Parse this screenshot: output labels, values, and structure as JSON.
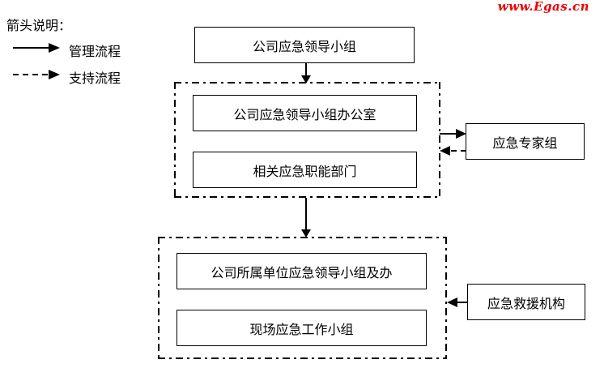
{
  "watermark": {
    "text": "www.Egas.cn",
    "color": "#ee0000"
  },
  "legend": {
    "title": "箭头说明：",
    "items": [
      {
        "label": "管理流程",
        "style": "solid",
        "icon": "solid-arrow-icon"
      },
      {
        "label": "支持流程",
        "style": "dashed",
        "icon": "dashed-arrow-icon"
      }
    ]
  },
  "diagram": {
    "top_box": {
      "label": "公司应急领导小组"
    },
    "company_group": {
      "boxes": [
        {
          "label": "公司应急领导小组办公室"
        },
        {
          "label": "相关应急职能部门"
        }
      ]
    },
    "unit_group": {
      "boxes": [
        {
          "label": "公司所属单位应急领导小组及办"
        },
        {
          "label": "现场应急工作小组"
        }
      ]
    },
    "expert_box": {
      "label": "应急专家组"
    },
    "rescue_box": {
      "label": "应急救援机构"
    },
    "connectors": [
      {
        "name": "top-to-company",
        "style": "solid",
        "direction": "down"
      },
      {
        "name": "company-to-unit",
        "style": "solid",
        "direction": "down"
      },
      {
        "name": "company-to-expert",
        "style": "solid",
        "direction": "right"
      },
      {
        "name": "expert-to-company",
        "style": "dashed",
        "direction": "left"
      },
      {
        "name": "rescue-to-unit",
        "style": "solid",
        "direction": "left"
      }
    ]
  }
}
